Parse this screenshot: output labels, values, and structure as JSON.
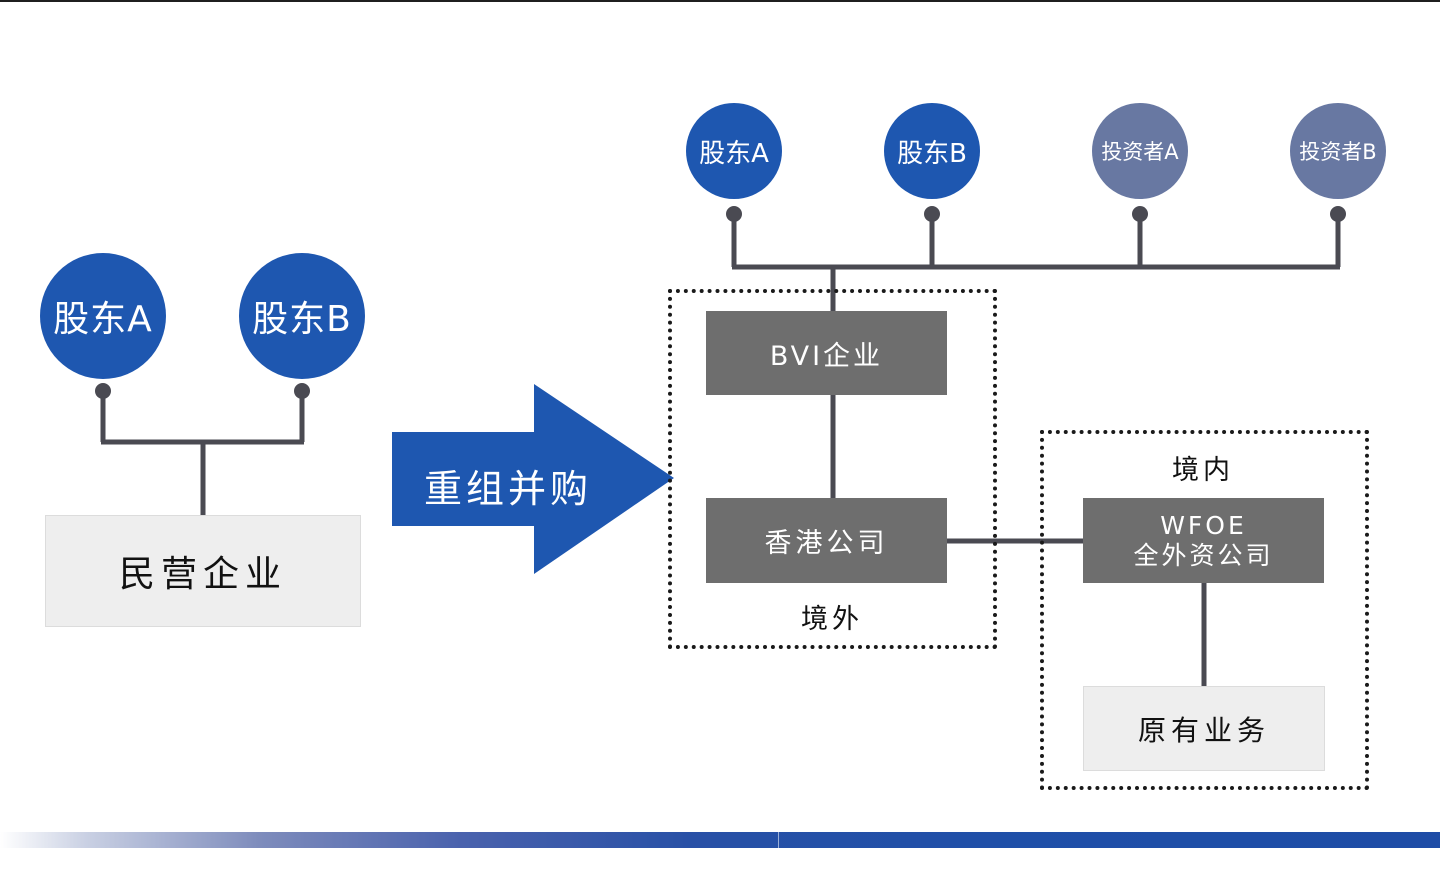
{
  "left": {
    "shareholder_a": "股东A",
    "shareholder_b": "股东B",
    "company": "民营企业"
  },
  "arrow": {
    "label": "重组并购"
  },
  "right": {
    "shareholder_a": "股东A",
    "shareholder_b": "股东B",
    "investor_a": "投资者A",
    "investor_b": "投资者B",
    "bvi": "BVI企业",
    "hk": "香港公司",
    "offshore_label": "境外",
    "onshore_label": "境内",
    "wfoe_line1": "WFOE",
    "wfoe_line2": "全外资公司",
    "original_business": "原有业务"
  },
  "colors": {
    "primary_blue": "#1e57b0",
    "investor_grey": "#6878a2",
    "box_dark": "#6e6e6e",
    "box_light": "#eeeeee",
    "connector": "#4a4a52"
  }
}
